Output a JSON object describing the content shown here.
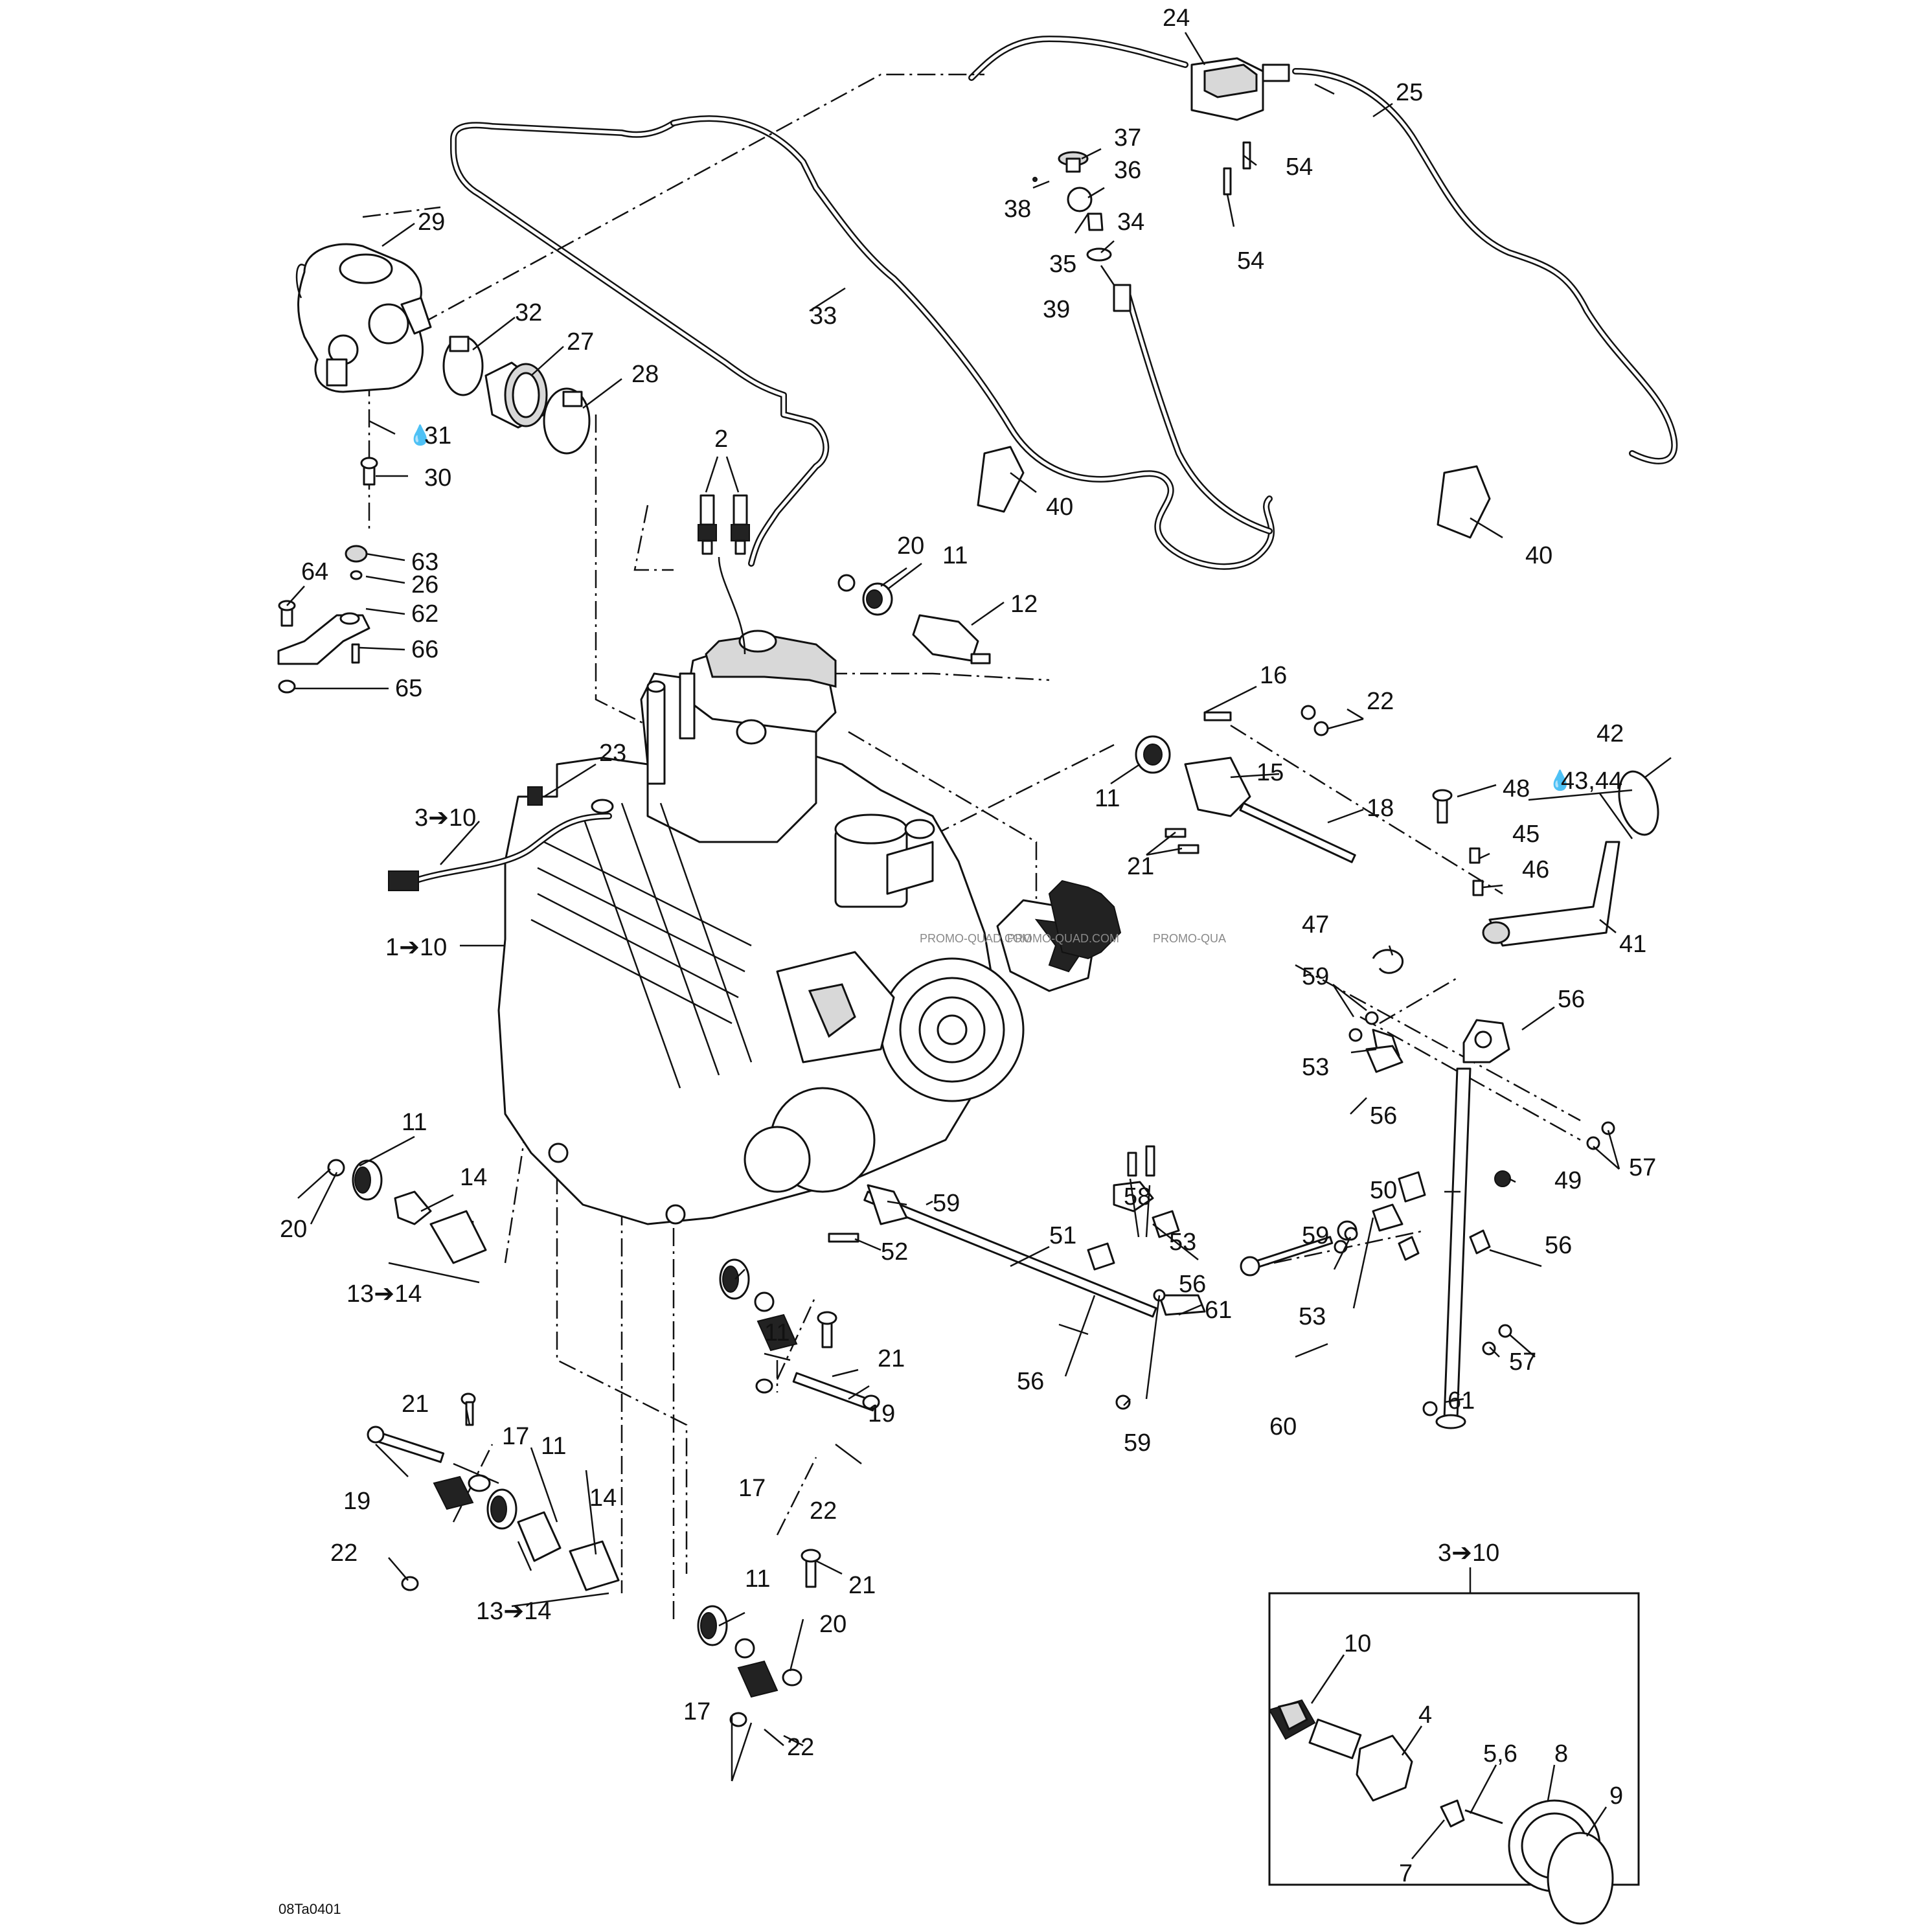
{
  "drawing_code": "08Ta0401",
  "watermark": [
    "PROMO-QUAD.COM",
    "PROMO-QUAD.COM",
    "PROMO-QUA"
  ],
  "inset_title": "3➔10",
  "callouts": {
    "c1_10": "1➔10",
    "c2": "2",
    "c3_10": "3➔10",
    "c4": "4",
    "c5_6": "5,6",
    "c7": "7",
    "c8": "8",
    "c9": "9",
    "c10": "10",
    "c11a": "11",
    "c11b": "11",
    "c11c": "11",
    "c11d": "11",
    "c11e": "11",
    "c11f": "11",
    "c12": "12",
    "c13_14a": "13➔14",
    "c13_14b": "13➔14",
    "c14a": "14",
    "c14b": "14",
    "c15": "15",
    "c16": "16",
    "c17a": "17",
    "c17b": "17",
    "c17c": "17",
    "c18": "18",
    "c19a": "19",
    "c19b": "19",
    "c20a": "20",
    "c20b": "20",
    "c20c": "20",
    "c21a": "21",
    "c21b": "21",
    "c21c": "21",
    "c21d": "21",
    "c22a": "22",
    "c22b": "22",
    "c22c": "22",
    "c22d": "22",
    "c23": "23",
    "c24": "24",
    "c25": "25",
    "c26": "26",
    "c27": "27",
    "c28": "28",
    "c29": "29",
    "c30": "30",
    "c31": "31",
    "c32": "32",
    "c33": "33",
    "c34": "34",
    "c35": "35",
    "c36": "36",
    "c37": "37",
    "c38": "38",
    "c39": "39",
    "c40a": "40",
    "c40b": "40",
    "c41": "41",
    "c42": "42",
    "c43_44": "43,44",
    "c45": "45",
    "c46": "46",
    "c47": "47",
    "c48": "48",
    "c49": "49",
    "c50": "50",
    "c51": "51",
    "c52": "52",
    "c53a": "53",
    "c53b": "53",
    "c53c": "53",
    "c54a": "54",
    "c54b": "54",
    "c56a": "56",
    "c56b": "56",
    "c56c": "56",
    "c56d": "56",
    "c56e": "56",
    "c57a": "57",
    "c57b": "57",
    "c58": "58",
    "c59a": "59",
    "c59b": "59",
    "c59c": "59",
    "c59d": "59",
    "c60": "60",
    "c61a": "61",
    "c61b": "61",
    "c62": "62",
    "c63": "63",
    "c64": "64",
    "c65": "65",
    "c66": "66"
  }
}
